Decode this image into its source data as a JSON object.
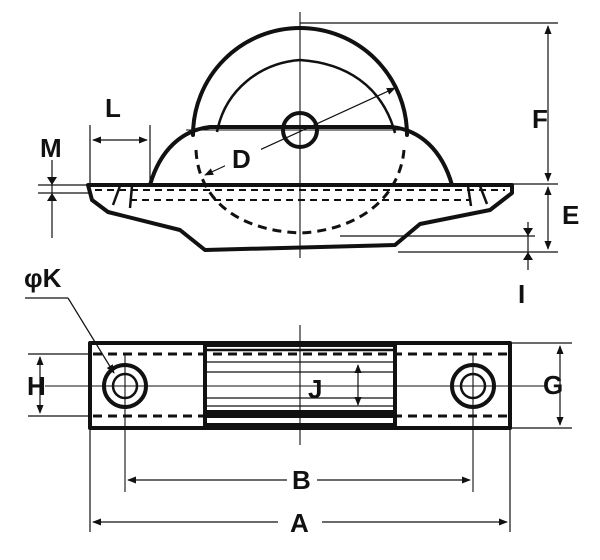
{
  "diagram": {
    "labels": {
      "A": "A",
      "B": "B",
      "D": "D",
      "E": "E",
      "F": "F",
      "G": "G",
      "H": "H",
      "I": "I",
      "J": "J",
      "K": "φK",
      "L": "L",
      "M": "M"
    }
  }
}
